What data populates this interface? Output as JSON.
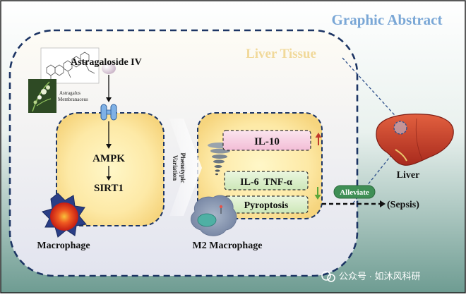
{
  "header": {
    "title": "Graphic Abstract"
  },
  "tissue": {
    "label": "Liver Tissue"
  },
  "drug": {
    "name": "Astragaloside IV",
    "plant_line1": "Astragalus",
    "plant_line2": "Membranaceus"
  },
  "pathway": {
    "step1": "AMPK",
    "step2": "SIRT1"
  },
  "transition": {
    "line1": "Phenotypic",
    "line2": "Variation"
  },
  "cytokines": {
    "il10": "IL-10",
    "il6_tnf": "IL-6  TNF-α",
    "pyroptosis": "Pyroptosis"
  },
  "cells": {
    "macrophage": "Macrophage",
    "m2": "M2 Macrophage"
  },
  "outcome": {
    "alleviate": "Alleviate",
    "organ": "Liver",
    "condition": "(Sepsis)"
  },
  "watermark": {
    "text": "公众号 · 如沐风科研"
  },
  "colors": {
    "title_blue": "#7aa7d6",
    "tissue_label": "#f1d99a",
    "dash_navy": "#1d3564",
    "il10_fill": "#f5cfe2",
    "il6_fill": "#d9efc8",
    "alleviate_green": "#3f8f55"
  }
}
